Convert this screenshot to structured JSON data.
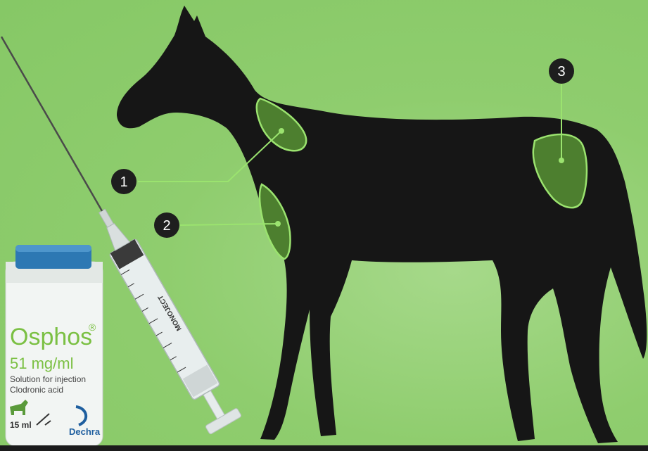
{
  "colors": {
    "background": "#8fcd6e",
    "silhouette": "#161616",
    "zone_fill": "#4d7f2f",
    "zone_stroke": "#9be36f",
    "leader_line": "#9be36f",
    "marker_bg": "#1e1e1e",
    "vial_cap": "#2d78b3",
    "syringe_barrel": "#e8eeee"
  },
  "markers": [
    {
      "number": "1"
    },
    {
      "number": "2"
    },
    {
      "number": "3"
    }
  ],
  "vial": {
    "brand": "Osphos",
    "registered": "®",
    "concentration": "51 mg/ml",
    "line1": "Solution for injection",
    "line2": "Clodronic acid",
    "volume": "15 ml",
    "maker": "Dechra"
  },
  "syringe": {
    "brand": "MONOJECT"
  }
}
